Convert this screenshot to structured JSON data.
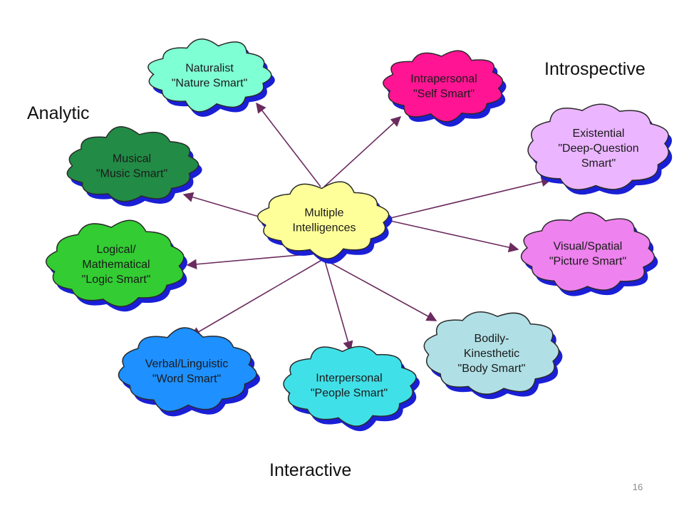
{
  "groups": {
    "analytic": "Analytic",
    "introspective": "Introspective",
    "interactive": "Interactive"
  },
  "center": {
    "lines": [
      "Multiple",
      "Intelligences"
    ],
    "color": "#ffff99"
  },
  "nodes": [
    {
      "id": "naturalist",
      "lines": [
        "Naturalist",
        "\"Nature Smart\""
      ],
      "color": "#7fffd4"
    },
    {
      "id": "intrapersonal",
      "lines": [
        "Intrapersonal",
        "\"Self Smart\""
      ],
      "color": "#ff1493"
    },
    {
      "id": "existential",
      "lines": [
        "Existential",
        "\"Deep-Question",
        "Smart\""
      ],
      "color": "#ebb5ff"
    },
    {
      "id": "musical",
      "lines": [
        "Musical",
        "\"Music Smart\""
      ],
      "color": "#228b46"
    },
    {
      "id": "logical",
      "lines": [
        "Logical/",
        "Mathematical",
        "\"Logic Smart\""
      ],
      "color": "#33cc33"
    },
    {
      "id": "visual",
      "lines": [
        "Visual/Spatial",
        "\"Picture Smart\""
      ],
      "color": "#ee82ee"
    },
    {
      "id": "bodily",
      "lines": [
        "Bodily-",
        "Kinesthetic",
        "\"Body Smart\""
      ],
      "color": "#b0e0e6"
    },
    {
      "id": "interpersonal",
      "lines": [
        "Interpersonal",
        "\"People Smart\""
      ],
      "color": "#40e0e8"
    },
    {
      "id": "verbal",
      "lines": [
        "Verbal/Linguistic",
        "\"Word Smart\""
      ],
      "color": "#1e90ff"
    }
  ],
  "colors": {
    "arrow": "#6b2b5e",
    "shadow": "#1a1fd6",
    "outline": "#2a2a2a"
  },
  "slide_number": "16"
}
